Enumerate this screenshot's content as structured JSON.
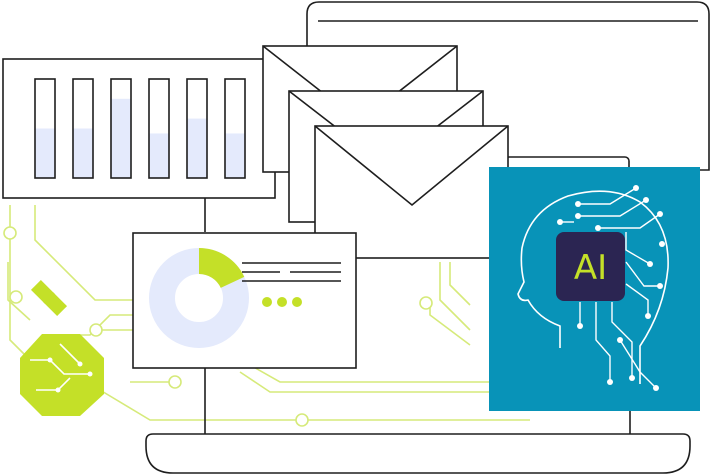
{
  "ai_badge": {
    "label": "AI"
  },
  "colors": {
    "stroke": "#1e1e1e",
    "accent_green": "#c4e028",
    "circuit_green": "#d6ea7a",
    "panel_blue": "#0893b8",
    "chip_dark": "#2b2552",
    "bar_fill": "#e4eafc",
    "donut_light": "#e4eafc"
  },
  "icons": {
    "envelopes": [
      "envelope-icon",
      "envelope-icon",
      "envelope-icon"
    ],
    "chip": "microchip-icon",
    "head": "ai-head-icon",
    "donut": "donut-chart-icon"
  },
  "bar_panel": {
    "levels": [
      0.5,
      0.5,
      0.8,
      0.45,
      0.6,
      0.45
    ]
  },
  "donut": {
    "highlight_fraction": 0.18
  },
  "pagination_dots": 3
}
